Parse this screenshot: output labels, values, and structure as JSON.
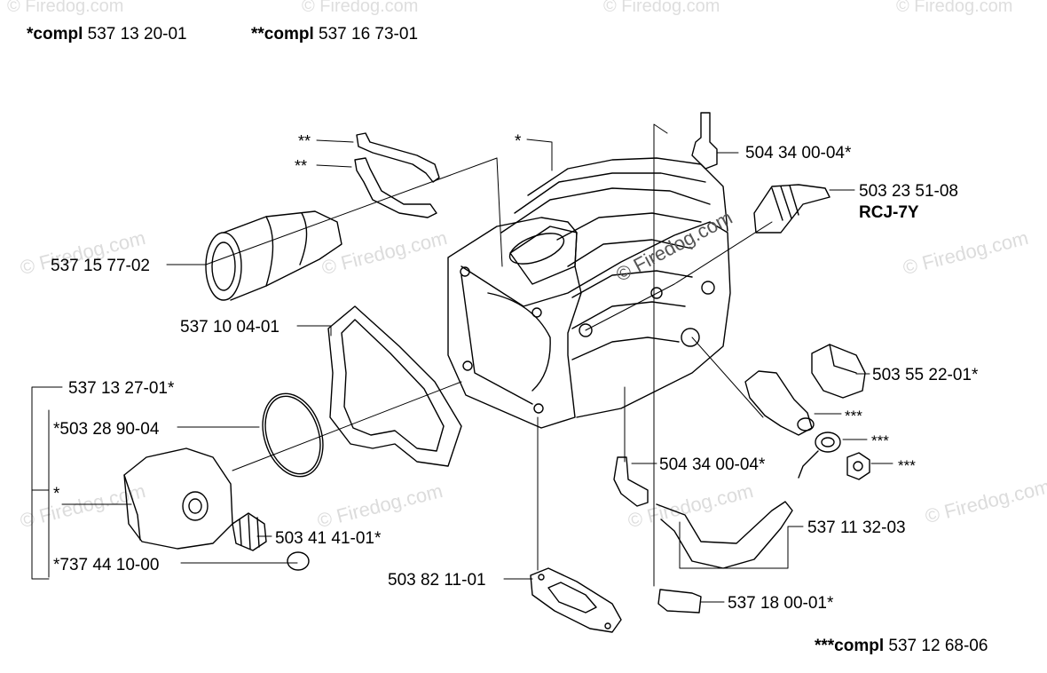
{
  "header": {
    "compl1_prefix": "*compl",
    "compl1_number": "537 13 20-01",
    "compl2_prefix": "**compl",
    "compl2_number": "537 16 73-01"
  },
  "footer": {
    "compl3_prefix": "***compl",
    "compl3_number": "537 12 68-06"
  },
  "watermark": {
    "center_text": "© Firedog.com",
    "repeat_text": "© Firedog.com"
  },
  "callouts": {
    "star2_a": "**",
    "star2_b": "**",
    "star1_cyl": "*",
    "elbow_top": "504 34 00-04*",
    "spark_plug": "503 23 51-08",
    "spark_plug_type": "RCJ-7Y",
    "intake": "537 15 77-02",
    "gasket": "537 10 04-01",
    "plug_screw": "503 55 22-01*",
    "star3_a": "***",
    "star3_b": "***",
    "star3_c": "***",
    "piston_kit": "537 13 27-01*",
    "ring": "*503 28 90-04",
    "piston": "*",
    "elbow_mid": "504 34 00-04*",
    "bearing": "503 41 41-01*",
    "hose": "537 11 32-03",
    "circlip": "*737 44 10-00",
    "base_gasket": "503 82 11-01",
    "filter": "537 18 00-01*"
  }
}
